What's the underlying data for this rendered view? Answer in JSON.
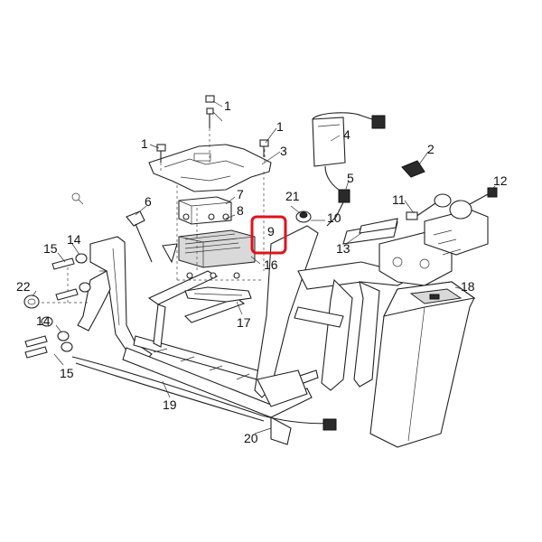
{
  "labels": {
    "c1a": "1",
    "c1b": "1",
    "c1c": "1",
    "c2": "2",
    "c3": "3",
    "c4": "4",
    "c5": "5",
    "c6": "6",
    "c7": "7",
    "c8": "8",
    "c9": "9",
    "c10": "10",
    "c11": "11",
    "c12": "12",
    "c13": "13",
    "c14a": "14",
    "c14b": "14",
    "c15a": "15",
    "c15b": "15",
    "c16": "16",
    "c17": "17",
    "c18": "18",
    "c19": "19",
    "c20": "20",
    "c21": "21",
    "c22": "22"
  },
  "highlight": {
    "label": "9",
    "color": "#e0121b"
  },
  "icons": {
    "zoom": "magnifier-icon"
  }
}
